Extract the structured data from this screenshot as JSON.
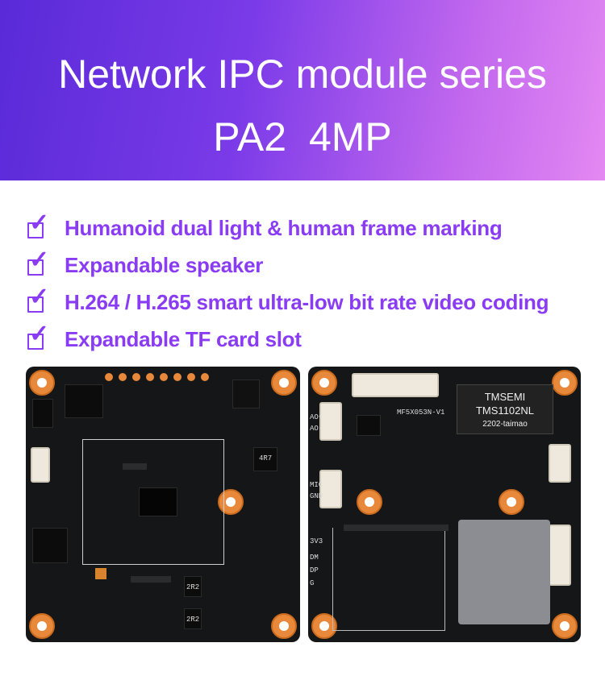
{
  "header": {
    "title": "Network IPC module series",
    "subtitle": "PA2  4MP"
  },
  "features": [
    {
      "icon": "checkbox-checked-icon",
      "label": "Humanoid dual light & human frame marking"
    },
    {
      "icon": "checkbox-checked-icon",
      "label": "Expandable speaker"
    },
    {
      "icon": "checkbox-checked-icon",
      "label": "H.264 / H.265 smart ultra-low bit rate video coding"
    },
    {
      "icon": "checkbox-checked-icon",
      "label": "Expandable TF card slot"
    }
  ],
  "boards": {
    "front": {
      "chip_labels": [
        "4R7",
        "2R2",
        "2R2"
      ]
    },
    "back": {
      "transformer_brand": "TMSEMI",
      "transformer_model": "TMS1102NL",
      "transformer_code": "2202-taimao",
      "board_id": "MF5X053N-V1",
      "silk": [
        "AO+",
        "AO-",
        "MIC",
        "GND",
        "3V3",
        "DM",
        "DP",
        "G"
      ]
    }
  },
  "colors": {
    "accent": "#8a3cf5",
    "header_start": "#5a2ad8",
    "header_end": "#e488f2",
    "pad": "#e8883a"
  }
}
